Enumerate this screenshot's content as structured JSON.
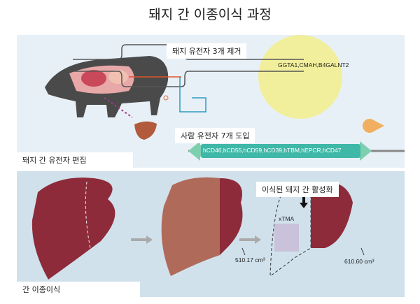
{
  "title": "돼지 간 이종이식 과정",
  "top_panel": {
    "label": "돼지 간 유전자 편집",
    "knockout_label": "돼지 유전자 3개 제거",
    "knockout_genes": "GGTA1,CMAH,B4GALNT2",
    "knockin_label": "사람 유전자 7개 도입",
    "knockin_genes": "hCD46,hCD55,hCD59,hCD39,hTBM,hEPCR,hCD47"
  },
  "bottom_panel": {
    "label": "간 이종이식",
    "activation_label": "이식된 돼지 간 활성화",
    "xtma_label": "xTMA",
    "volume_1": "510.17 cm³",
    "volume_2": "610.60 cm³"
  },
  "colors": {
    "liver": "#8e2b3a",
    "pig": "#4a4a4a",
    "gene_bar": "#3fb8a8",
    "yellow": "#f1ef9c"
  }
}
